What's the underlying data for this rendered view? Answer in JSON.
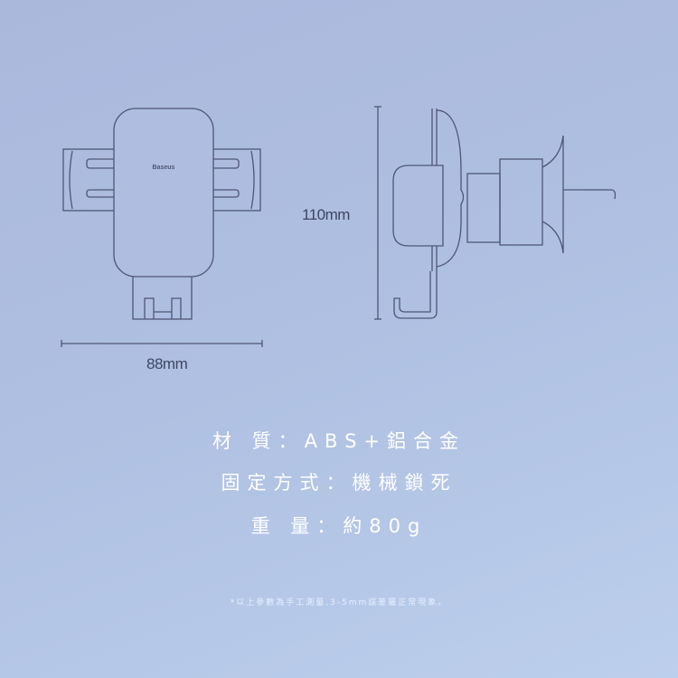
{
  "product": {
    "brand_logo": "Baseus"
  },
  "dimensions": {
    "width": "88mm",
    "height": "110mm"
  },
  "specs": [
    {
      "text": "材 質：ABS+鋁合金"
    },
    {
      "text": "固定方式：機械鎖死"
    },
    {
      "text": "重 量：約80g"
    }
  ],
  "note": "*以上參數為手工測量,3-5mm誤差屬正常現象。",
  "colors": {
    "line": "#4f5675",
    "text": "#ffffff"
  }
}
